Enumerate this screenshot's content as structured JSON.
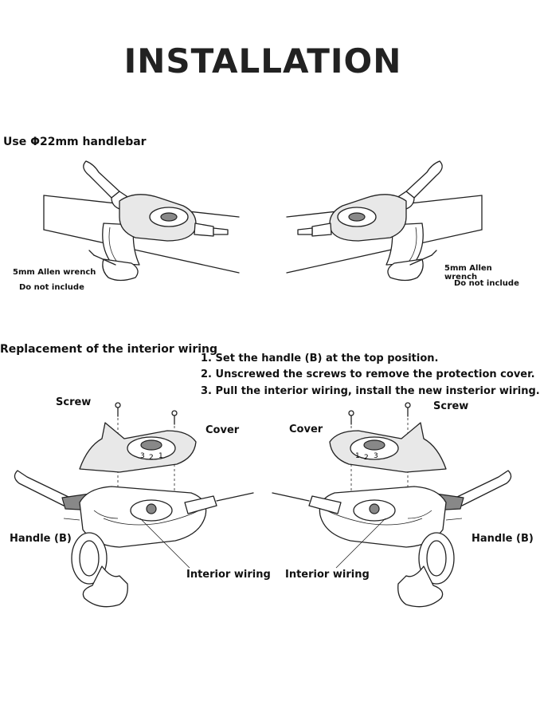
{
  "title": "INSTALLATION",
  "section1": {
    "heading": "Use Φ22mm handlebar",
    "left_note": {
      "line1": "5mm Allen wrench",
      "line2": "Do not include"
    },
    "right_note": {
      "line1": "5mm Allen wrench",
      "line2": "Do not include"
    }
  },
  "section2": {
    "heading": "Replacement of the interior wiring",
    "steps": [
      "1. Set the handle (B) at the top position.",
      "2. Unscrewed the screws to remove the protection cover.",
      "3. Pull the interior wiring, install the new insterior wiring."
    ],
    "left_labels": {
      "screw": "Screw",
      "cover": "Cover",
      "handle": "Handle (B)",
      "wiring": "Interior wiring"
    },
    "right_labels": {
      "screw": "Screw",
      "cover": "Cover",
      "handle": "Handle (B)",
      "wiring": "Interior wiring"
    },
    "left_dial": [
      "3",
      "2",
      "1"
    ],
    "right_dial": [
      "1",
      "2",
      "3"
    ]
  }
}
